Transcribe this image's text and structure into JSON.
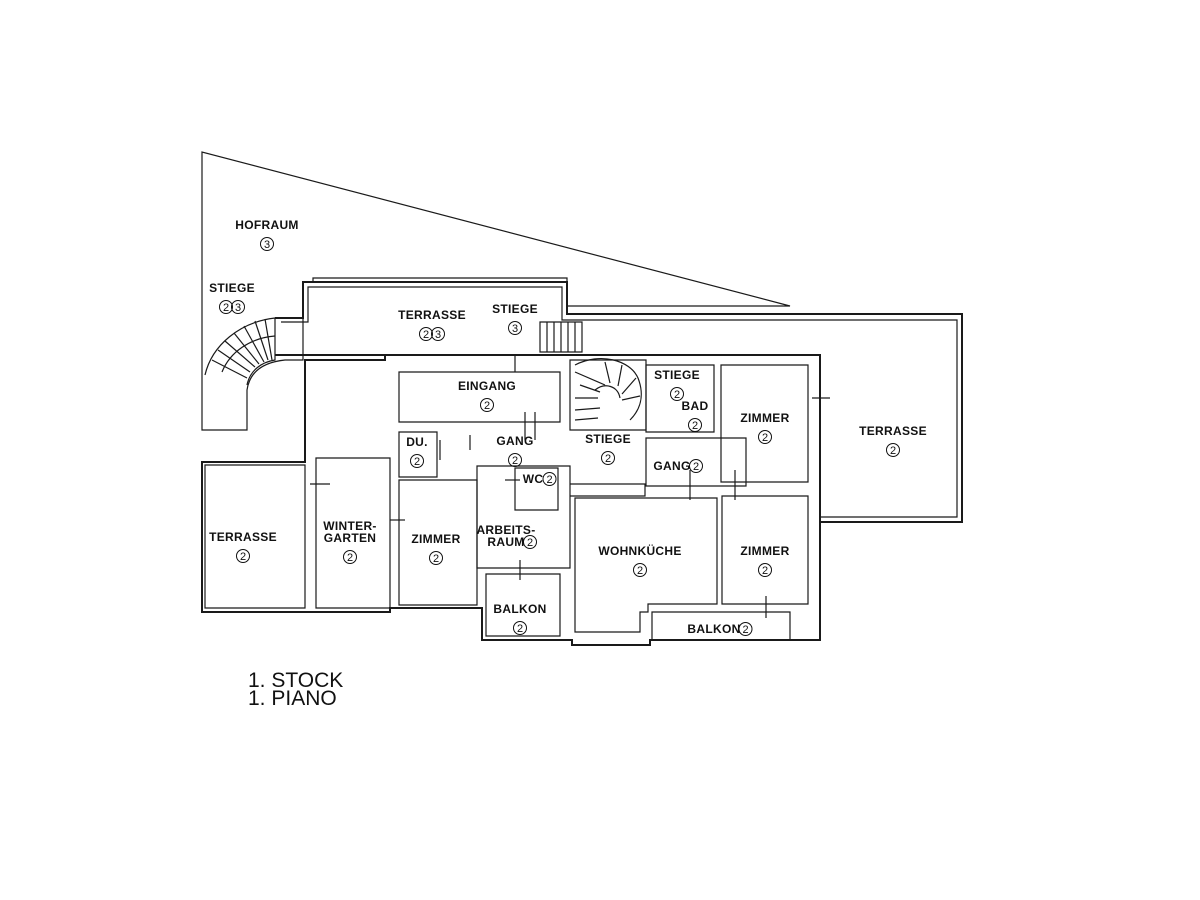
{
  "floor": {
    "title_de": "1. STOCK",
    "title_it": "1. PIANO"
  },
  "rooms": [
    {
      "id": "hofraum",
      "label": "HOFRAUM",
      "codes": [
        "3"
      ]
    },
    {
      "id": "stiege-outer",
      "label": "STIEGE",
      "codes": [
        "2",
        "3"
      ]
    },
    {
      "id": "terrasse-top",
      "label": "TERRASSE",
      "codes": [
        "2",
        "3"
      ]
    },
    {
      "id": "stiege-top",
      "label": "STIEGE",
      "codes": [
        "3"
      ]
    },
    {
      "id": "eingang",
      "label": "EINGANG",
      "codes": [
        "2"
      ]
    },
    {
      "id": "stiege-right",
      "label": "STIEGE",
      "codes": [
        "2"
      ]
    },
    {
      "id": "bad",
      "label": "BAD",
      "codes": [
        "2"
      ]
    },
    {
      "id": "zimmer-ne",
      "label": "ZIMMER",
      "codes": [
        "2"
      ]
    },
    {
      "id": "terrasse-east",
      "label": "TERRASSE",
      "codes": [
        "2"
      ]
    },
    {
      "id": "du",
      "label": "DU.",
      "codes": [
        "2"
      ]
    },
    {
      "id": "gang-1",
      "label": "GANG",
      "codes": [
        "2"
      ]
    },
    {
      "id": "stiege-mid",
      "label": "STIEGE",
      "codes": [
        "2"
      ]
    },
    {
      "id": "gang-2",
      "label": "GANG",
      "codes": [
        "2"
      ]
    },
    {
      "id": "wc",
      "label": "WC",
      "codes": [
        "2"
      ]
    },
    {
      "id": "terrasse-west",
      "label": "TERRASSE",
      "codes": [
        "2"
      ]
    },
    {
      "id": "wintergarten",
      "label": "WINTER-\nGARTEN",
      "codes": [
        "2"
      ]
    },
    {
      "id": "zimmer-w",
      "label": "ZIMMER",
      "codes": [
        "2"
      ]
    },
    {
      "id": "arbeitsraum",
      "label": "ARBEITS-\nRAUM",
      "codes": [
        "2"
      ]
    },
    {
      "id": "wohnkueche",
      "label": "WOHNKÜCHE",
      "codes": [
        "2"
      ]
    },
    {
      "id": "zimmer-se",
      "label": "ZIMMER",
      "codes": [
        "2"
      ]
    },
    {
      "id": "balkon-1",
      "label": "BALKON",
      "codes": [
        "2"
      ]
    },
    {
      "id": "balkon-2",
      "label": "BALKON",
      "codes": [
        "2"
      ]
    }
  ]
}
